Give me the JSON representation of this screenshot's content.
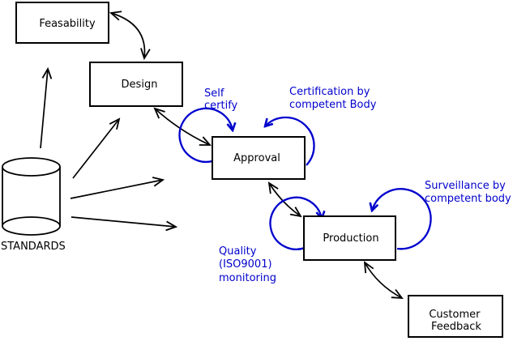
{
  "nodes": {
    "feasability": {
      "label": "Feasability"
    },
    "design": {
      "label": "Design"
    },
    "approval": {
      "label": "Approval"
    },
    "production": {
      "label": "Production"
    },
    "customer_feedback": {
      "lines": [
        "Customer",
        "Feedback"
      ]
    },
    "standards": {
      "label": "STANDARDS"
    }
  },
  "annotations": {
    "self_certify": {
      "lines": [
        "Self",
        "certify"
      ]
    },
    "certification": {
      "lines": [
        "Certification by",
        "competent Body"
      ]
    },
    "surveillance": {
      "lines": [
        "Surveillance by",
        "competent body"
      ]
    },
    "quality": {
      "lines": [
        "Quality",
        "(ISO9001)",
        "monitoring"
      ]
    }
  },
  "colors": {
    "line_black": "#000000",
    "annotation_blue": "#0000cd",
    "background": "#ffffff"
  }
}
